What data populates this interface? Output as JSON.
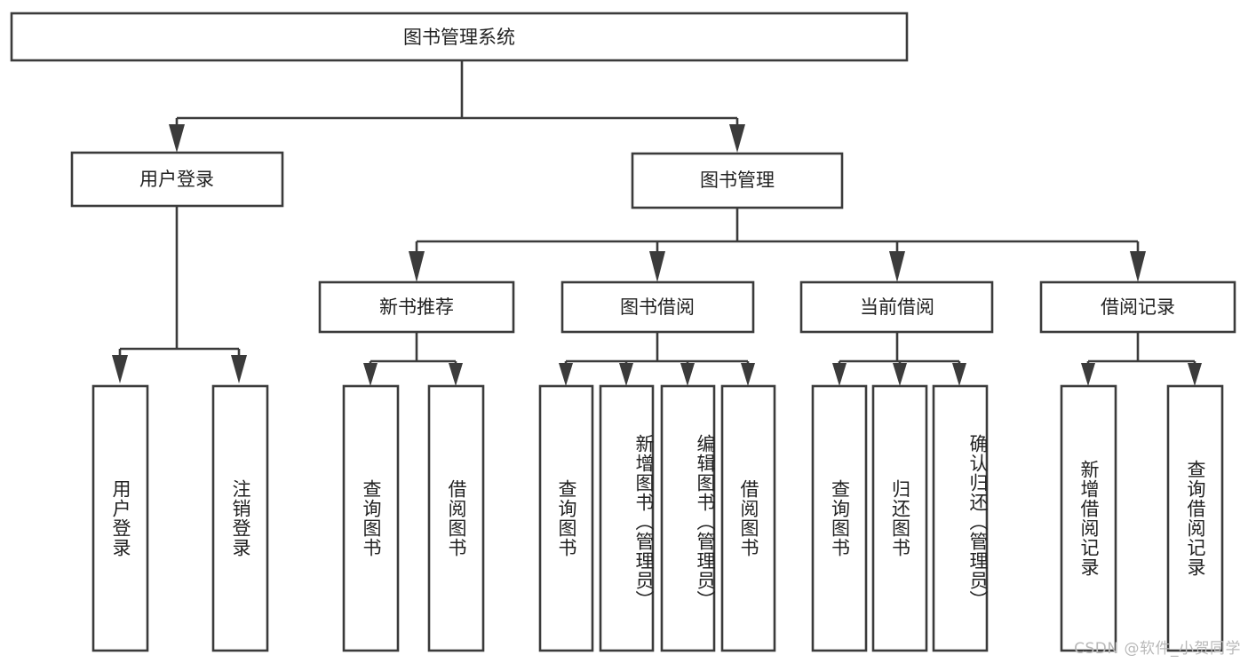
{
  "diagram": {
    "type": "hierarchy-tree",
    "title": "图书管理系统",
    "orientation": "top-down",
    "colors": {
      "box_stroke": "#3b3b3b",
      "box_fill": "#ffffff",
      "text": "#222222",
      "background": "#ffffff",
      "watermark": "#b9b9b9"
    },
    "root": {
      "id": "root",
      "label": "图书管理系统",
      "level": 1,
      "text_direction": "horizontal"
    },
    "level2": [
      {
        "id": "user-login",
        "label": "用户登录",
        "level": 2,
        "text_direction": "horizontal",
        "children": [
          {
            "id": "user-login-login",
            "label": "用户登录",
            "level": 4,
            "text_direction": "vertical"
          },
          {
            "id": "user-login-logout",
            "label": "注销登录",
            "level": 4,
            "text_direction": "vertical"
          }
        ]
      },
      {
        "id": "book-management",
        "label": "图书管理",
        "level": 2,
        "text_direction": "horizontal",
        "children": [
          {
            "id": "new-book-recommend",
            "label": "新书推荐",
            "level": 3,
            "text_direction": "horizontal",
            "children": [
              {
                "id": "recommend-query-book",
                "label": "查询图书",
                "level": 4,
                "text_direction": "vertical"
              },
              {
                "id": "recommend-borrow-book",
                "label": "借阅图书",
                "level": 4,
                "text_direction": "vertical"
              }
            ]
          },
          {
            "id": "book-borrow",
            "label": "图书借阅",
            "level": 3,
            "text_direction": "horizontal",
            "children": [
              {
                "id": "borrow-query-book",
                "label": "查询图书",
                "level": 4,
                "text_direction": "vertical"
              },
              {
                "id": "borrow-add-book",
                "label": "新增图书（管理员）",
                "level": 4,
                "text_direction": "vertical"
              },
              {
                "id": "borrow-edit-book",
                "label": "编辑图书（管理员）",
                "level": 4,
                "text_direction": "vertical"
              },
              {
                "id": "borrow-borrow-book",
                "label": "借阅图书",
                "level": 4,
                "text_direction": "vertical"
              }
            ]
          },
          {
            "id": "current-borrow",
            "label": "当前借阅",
            "level": 3,
            "text_direction": "horizontal",
            "children": [
              {
                "id": "current-query-book",
                "label": "查询图书",
                "level": 4,
                "text_direction": "vertical"
              },
              {
                "id": "current-return-book",
                "label": "归还图书",
                "level": 4,
                "text_direction": "vertical"
              },
              {
                "id": "current-confirm-return",
                "label": "确认归还（管理员）",
                "level": 4,
                "text_direction": "vertical"
              }
            ]
          },
          {
            "id": "borrow-records",
            "label": "借阅记录",
            "level": 3,
            "text_direction": "horizontal",
            "children": [
              {
                "id": "records-add-record",
                "label": "新增借阅记录",
                "level": 4,
                "text_direction": "vertical"
              },
              {
                "id": "records-query-record",
                "label": "查询借阅记录",
                "level": 4,
                "text_direction": "vertical"
              }
            ]
          }
        ]
      }
    ]
  },
  "watermark": {
    "text": "CSDN @软件_小贺同学"
  }
}
